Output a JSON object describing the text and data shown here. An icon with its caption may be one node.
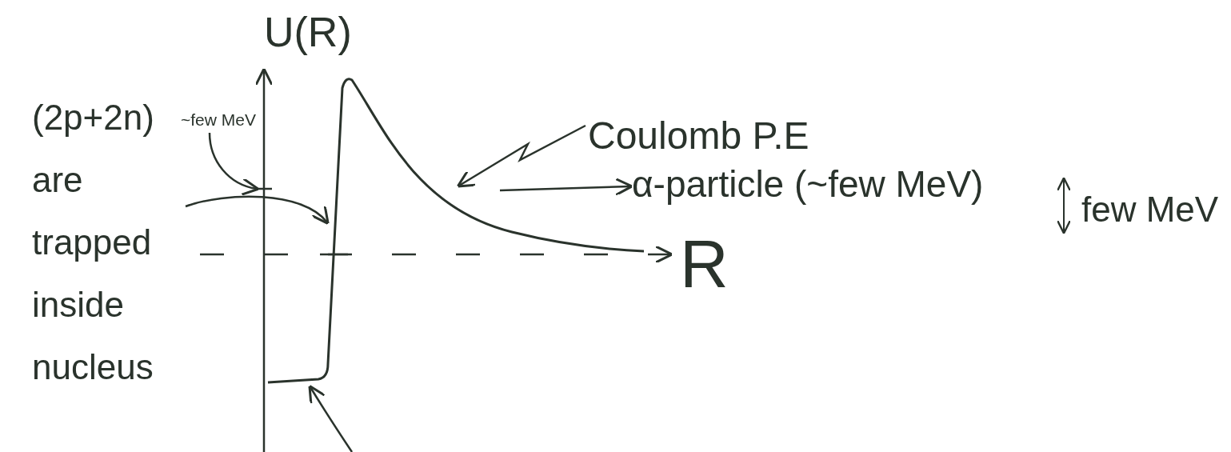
{
  "diagram": {
    "nodes": [
      {
        "text": [
          "(2p+2n) are trapped inside nucleus"
        ]
      },
      {
        "text": [
          "~few MeV"
        ]
      },
      {
        "text": [
          "Coulomb P.E"
        ]
      },
      {
        "text": [
          "α-particle (~few MeV)"
        ]
      },
      {
        "text": [],
        "shape": "curve"
      },
      {
        "text": [],
        "shape": "tick"
      }
    ],
    "edges": [
      {
        "from": 0,
        "to": 4,
        "arrow": "to"
      },
      {
        "from": 1,
        "to": 5,
        "arrow": "to"
      },
      {
        "from": 2,
        "to": 4,
        "arrow": "to"
      },
      {
        "from": 4,
        "to": 3,
        "arrow": "to"
      },
      {
        "from": null,
        "to": 4,
        "arrow": "to"
      }
    ],
    "labels": [
      "U(R)",
      "R",
      "few MeV"
    ]
  }
}
